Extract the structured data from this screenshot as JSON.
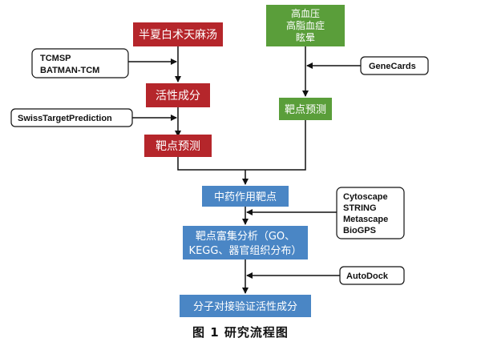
{
  "nodes": {
    "herb": {
      "label": "半夏白术天麻汤",
      "color": "#b5262b"
    },
    "active": {
      "label": "活性成分",
      "color": "#b5262b"
    },
    "herb_target": {
      "label": "靶点预测",
      "color": "#b5262b"
    },
    "disease": {
      "lines": [
        "高血压",
        "高脂血症",
        "眩晕"
      ],
      "color": "#5a9e3a"
    },
    "disease_target": {
      "label": "靶点预测",
      "color": "#5a9e3a"
    },
    "tcm_target": {
      "label": "中药作用靶点",
      "color": "#4a86c5"
    },
    "enrich": {
      "lines": [
        "靶点富集分析（GO、",
        "KEGG、器官组织分布）"
      ],
      "color": "#4a86c5"
    },
    "docking": {
      "label": "分子对接验证活性成分",
      "color": "#4a86c5"
    }
  },
  "tools": {
    "tcmsp": {
      "lines": [
        "TCMSP",
        "BATMAN-TCM"
      ]
    },
    "swiss": {
      "label": "SwissTargetPrediction"
    },
    "genecards": {
      "label": "GeneCards"
    },
    "network": {
      "lines": [
        "Cytoscape",
        "STRING",
        "Metascape",
        "BioGPS"
      ]
    },
    "autodock": {
      "label": "AutoDock"
    }
  },
  "caption": "图 1   研究流程图"
}
